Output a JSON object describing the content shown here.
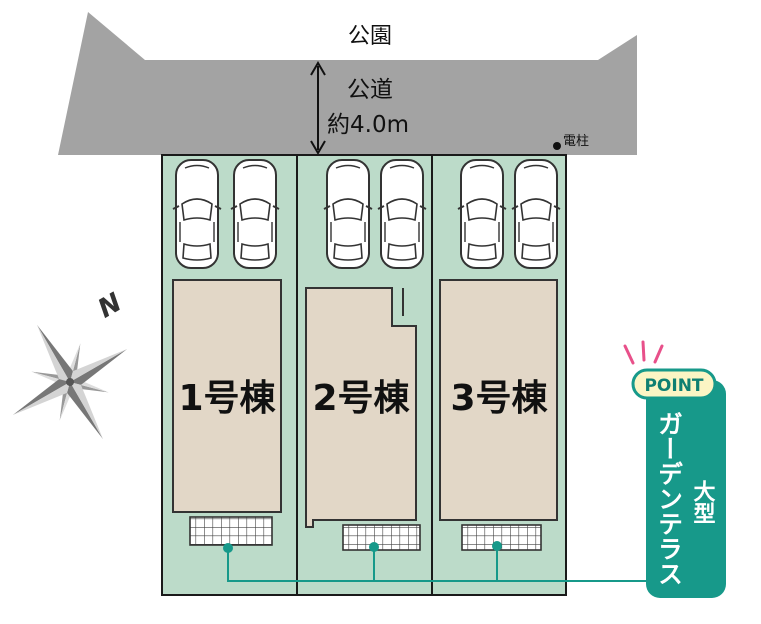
{
  "park_label": "公園",
  "road": {
    "name": "公道",
    "width": "約4.0m"
  },
  "utility_pole_label": "電柱",
  "compass_label": "N",
  "lots": [
    {
      "label": "1号棟",
      "parking_spaces": 2
    },
    {
      "label": "2号棟",
      "parking_spaces": 2
    },
    {
      "label": "3号棟",
      "parking_spaces": 2
    }
  ],
  "point_badge": "POINT",
  "feature": {
    "label": "ガーデンテラス",
    "size_label": "大型"
  },
  "colors": {
    "lot_green": "#bcdbc9",
    "building_beige": "#e2d7c7",
    "road_gray": "#a3a3a3",
    "teal": "#17998a",
    "badge_yellow": "#fbf5c4",
    "accent_pink": "#e8508a"
  }
}
